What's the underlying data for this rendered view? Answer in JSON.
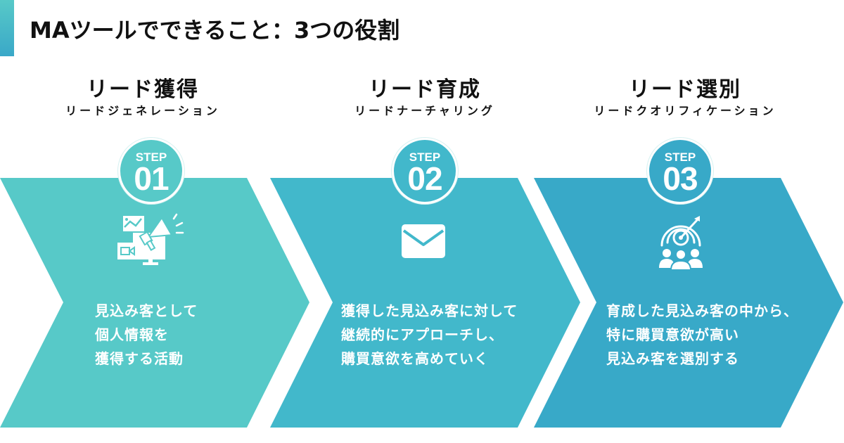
{
  "header": {
    "title": "MAツールでできること：3つの役割",
    "accent_gradient": [
      "#57c9c8",
      "#3aa8c8"
    ]
  },
  "steps": [
    {
      "title": "リード獲得",
      "subtitle": "リードジェネレーション",
      "step_label": "STEP",
      "step_number": "01",
      "color": "#57c9c8",
      "icon": "marketing-megaphone-icon",
      "description": [
        "見込み客として",
        "個人情報を",
        "獲得する活動"
      ]
    },
    {
      "title": "リード育成",
      "subtitle": "リードナーチャリング",
      "step_label": "STEP",
      "step_number": "02",
      "color": "#42b8cb",
      "icon": "mail-envelope-icon",
      "description": [
        "獲得した見込み客に対して",
        "継続的にアプローチし、",
        "購買意欲を高めていく"
      ]
    },
    {
      "title": "リード選別",
      "subtitle": "リードクオリフィケーション",
      "step_label": "STEP",
      "step_number": "03",
      "color": "#38a9c8",
      "icon": "target-audience-icon",
      "description": [
        "育成した見込み客の中から、",
        "特に購買意欲が高い",
        "見込み客を選別する"
      ]
    }
  ]
}
